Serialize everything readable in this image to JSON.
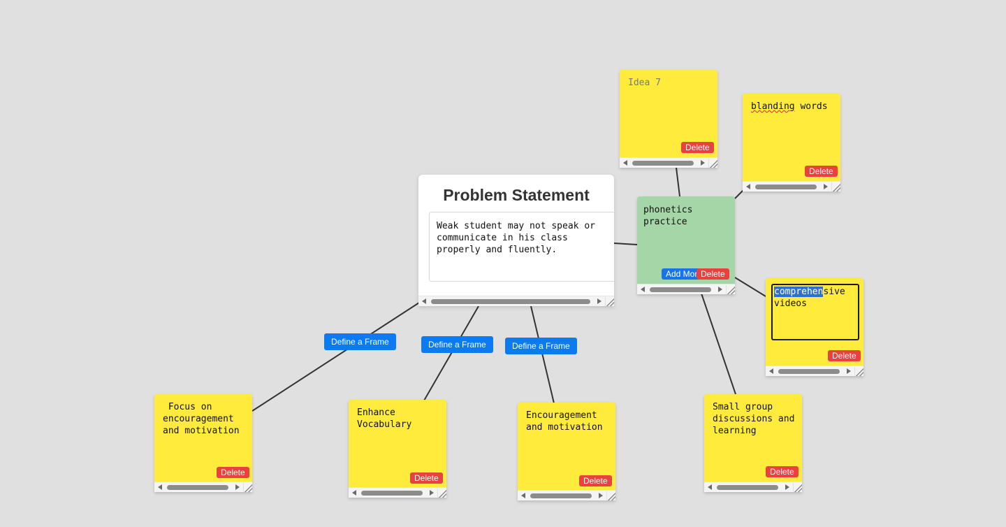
{
  "problem": {
    "title": "Problem Statement",
    "text": "Weak student may not speak or communicate in his class properly and fluently."
  },
  "frame_buttons": [
    {
      "label": "Define a Frame"
    },
    {
      "label": "Define a Frame"
    },
    {
      "label": "Define a Frame"
    }
  ],
  "notes": {
    "focus": {
      "text": " Focus on encouragement and motivation",
      "delete_label": "Delete",
      "color": "#ffeb3b"
    },
    "vocab": {
      "text": "Enhance Vocabulary",
      "delete_label": "Delete",
      "color": "#ffeb3b"
    },
    "encourage": {
      "text": "Encouragement and motivation",
      "delete_label": "Delete",
      "color": "#ffeb3b"
    },
    "phonetics": {
      "text": "phonetics practice",
      "add_label": "Add More",
      "delete_label": "Delete",
      "color": "#a5d6a7"
    },
    "idea7": {
      "placeholder": "Idea 7",
      "delete_label": "Delete",
      "color": "#ffeb3b"
    },
    "blanding": {
      "word_misspelled": "blanding",
      "word_rest": " words",
      "delete_label": "Delete",
      "color": "#ffeb3b"
    },
    "comprehensive": {
      "selected_part": "comprehen",
      "rest_part": "sive\nvideos",
      "delete_label": "Delete",
      "color": "#ffeb3b"
    },
    "smallgroup": {
      "text": "Small group discussions and learning",
      "delete_label": "Delete",
      "color": "#ffeb3b"
    }
  },
  "colors": {
    "delete": "#e8413e",
    "add": "#1a73e8",
    "frame": "#0d7bf0",
    "link": "#333333",
    "background": "#e0e0e0"
  }
}
